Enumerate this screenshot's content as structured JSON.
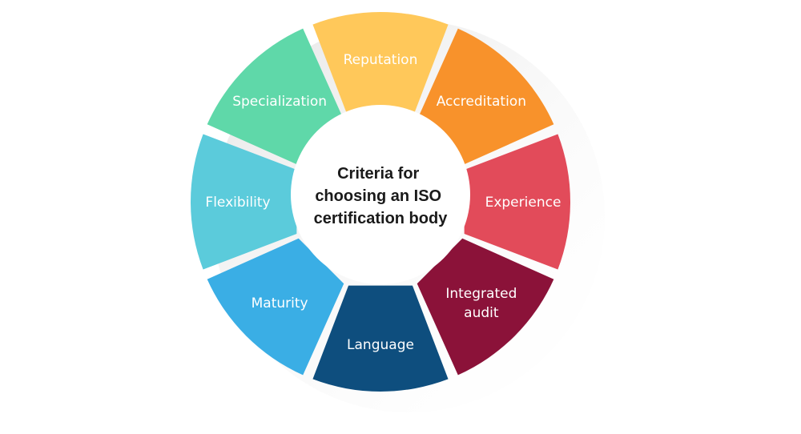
{
  "center": {
    "lines": [
      "Criteria for",
      "choosing an ISO",
      "certification body"
    ]
  },
  "segments": [
    {
      "key": "reputation",
      "lines": [
        "Reputation"
      ],
      "color": "#FFC85A"
    },
    {
      "key": "accreditation",
      "lines": [
        "Accreditation"
      ],
      "color": "#F8922B"
    },
    {
      "key": "experience",
      "lines": [
        "Experience"
      ],
      "color": "#E24B5A"
    },
    {
      "key": "integrated-audit",
      "lines": [
        "Integrated",
        "audit"
      ],
      "color": "#8B1239"
    },
    {
      "key": "language",
      "lines": [
        "Language"
      ],
      "color": "#0E4E7E"
    },
    {
      "key": "maturity",
      "lines": [
        "Maturity"
      ],
      "color": "#3AAEE5"
    },
    {
      "key": "flexibility",
      "lines": [
        "Flexibility"
      ],
      "color": "#5BCBDB"
    },
    {
      "key": "specialization",
      "lines": [
        "Specialization"
      ],
      "color": "#5FD8A9"
    }
  ]
}
